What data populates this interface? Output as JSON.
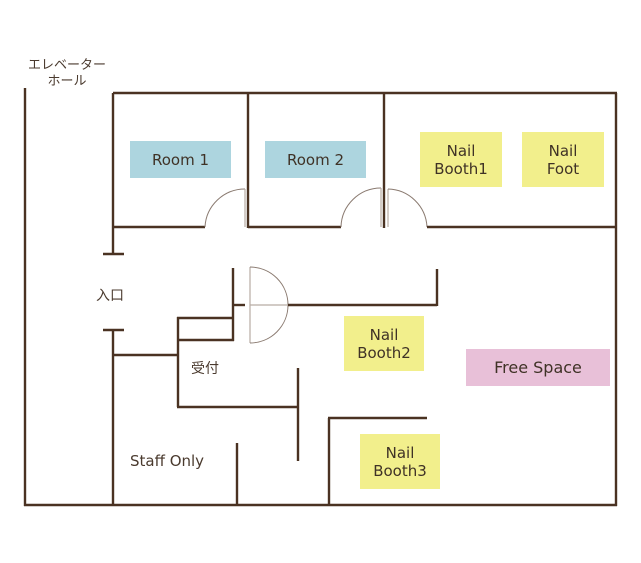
{
  "labels": {
    "elevator_hall": "エレベーターホール",
    "elevator_hall_line1": "エレベーター",
    "elevator_hall_line2": "ホール",
    "entrance": "入口",
    "reception": "受付",
    "staff_only": "Staff Only"
  },
  "rooms": {
    "room1": "Room 1",
    "room2": "Room 2",
    "nail_booth1_l1": "Nail",
    "nail_booth1_l2": "Booth1",
    "nail_foot_l1": "Nail",
    "nail_foot_l2": "Foot",
    "nail_booth2_l1": "Nail",
    "nail_booth2_l2": "Booth2",
    "nail_booth3_l1": "Nail",
    "nail_booth3_l2": "Booth3",
    "free_space": "Free Space"
  },
  "colors": {
    "wall": "#4a3222",
    "room": "#add5df",
    "nail": "#f2ef8c",
    "free_space": "#e8c0d8"
  }
}
